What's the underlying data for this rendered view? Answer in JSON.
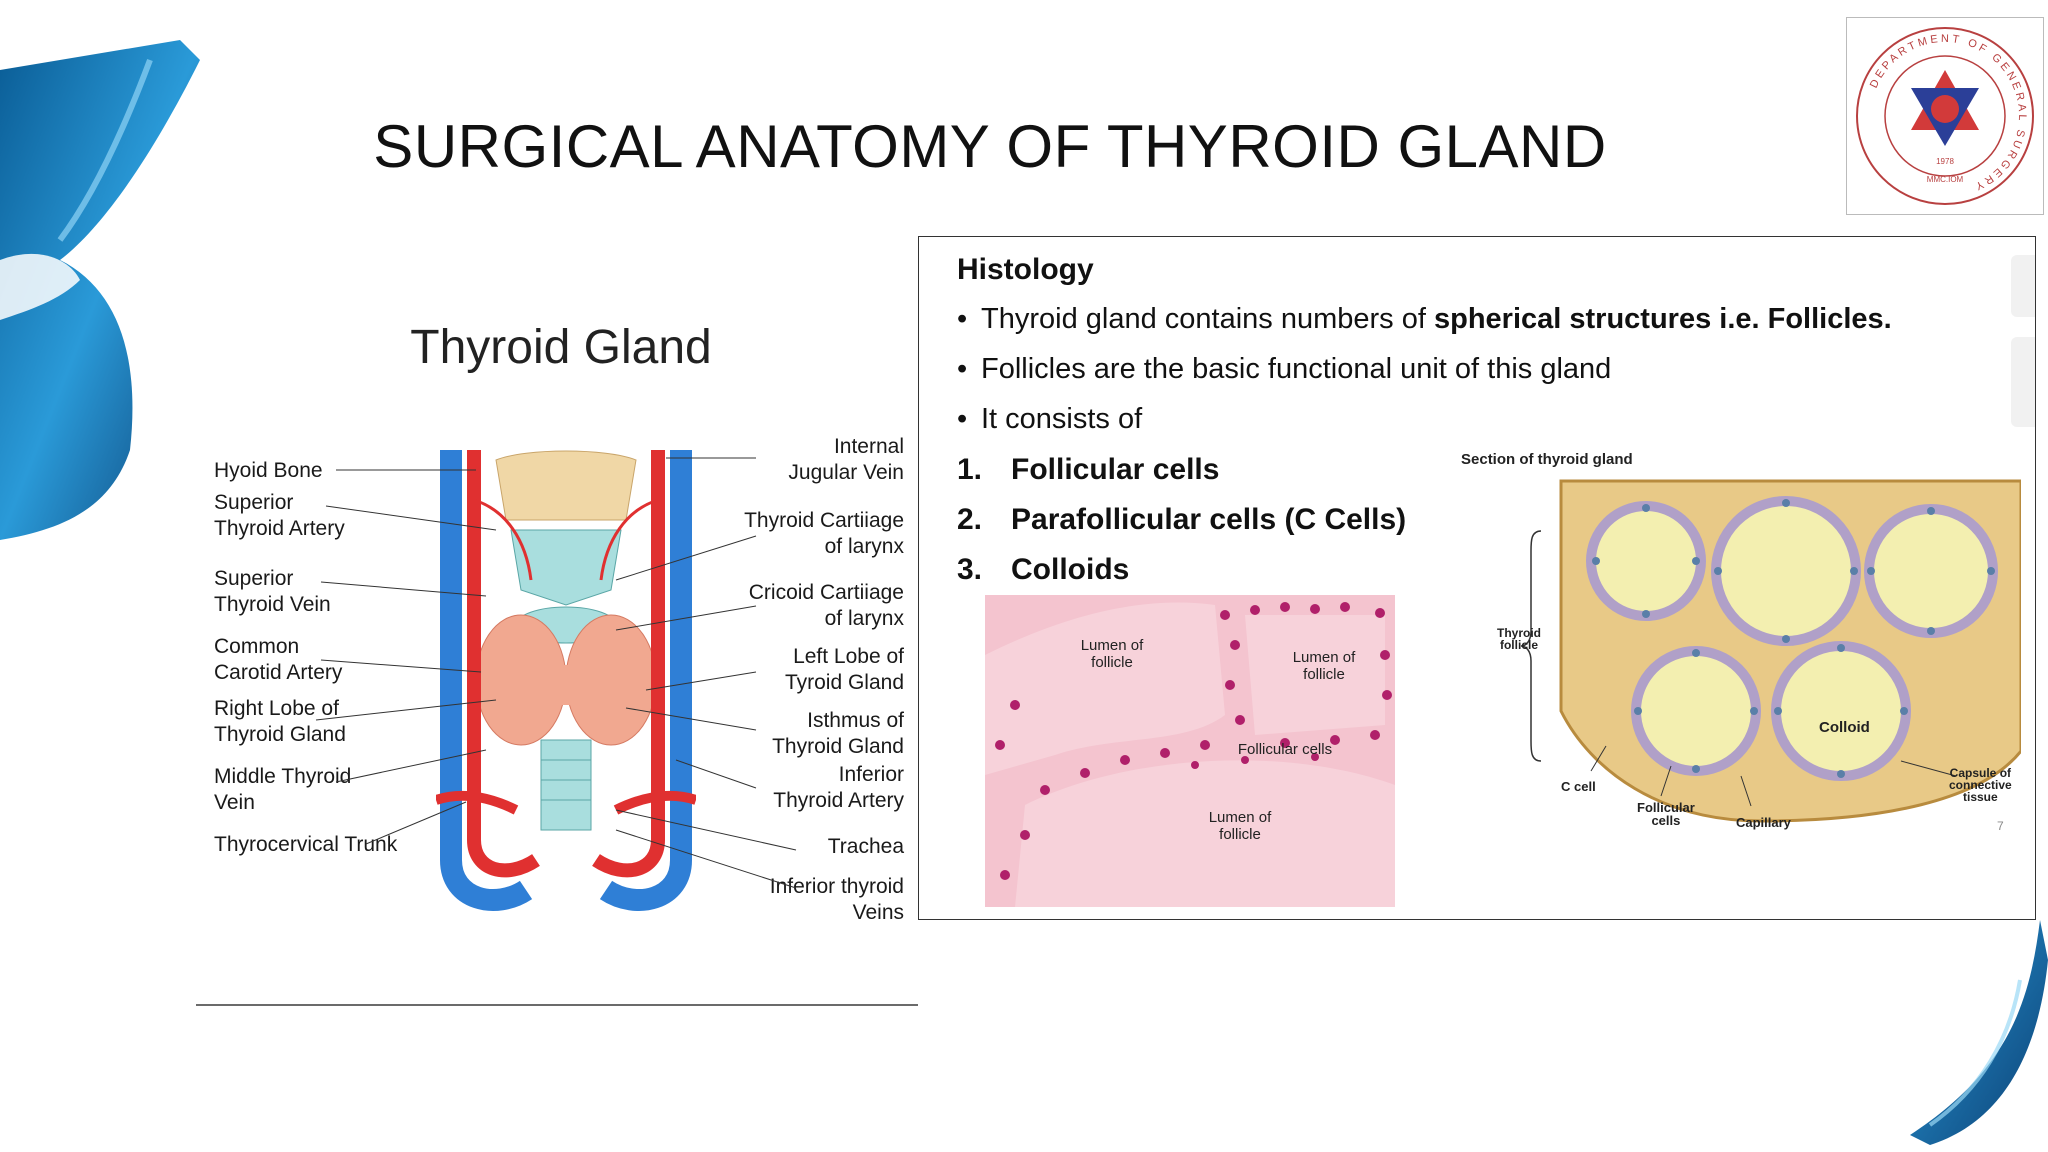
{
  "slide": {
    "title": "SURGICAL ANATOMY OF THYROID GLAND",
    "page_number": "7"
  },
  "logo": {
    "ring_text": "DEPARTMENT OF GENERAL SURGERY",
    "year": "1978",
    "sub": "MMC.IOM"
  },
  "left_figure": {
    "title": "Thyroid Gland",
    "labels_left": [
      "Hyoid Bone",
      "Superior\nThyroid Artery",
      "Superior\nThyroid Vein",
      "Common\nCarotid Artery",
      "Right Lobe of\nThyroid Gland",
      "Middle Thyroid\nVein",
      "Thyrocervical Trunk"
    ],
    "labels_right": [
      "Internal\nJugular Vein",
      "Thyroid Cartiiage\nof larynx",
      "Cricoid Cartiiage\nof larynx",
      "Left Lobe of\nTyroid Gland",
      "Isthmus of\nThyroid Gland",
      "Inferior\nThyroid Artery",
      "Trachea",
      "Inferior thyroid\nVeins"
    ]
  },
  "histology": {
    "heading": "Histology",
    "bullets": [
      {
        "plain": "Thyroid gland contains numbers of ",
        "bold": "spherical structures i.e. Follicles."
      },
      {
        "plain": "Follicles are the basic functional unit of this gland",
        "bold": ""
      },
      {
        "plain": "It consists of",
        "bold": ""
      }
    ],
    "numbered": [
      {
        "n": "1.",
        "text": "Follicular cells"
      },
      {
        "n": "2.",
        "text": "Parafollicular cells (C Cells)"
      },
      {
        "n": "3.",
        "text": "Colloids"
      }
    ],
    "micrograph_labels": {
      "lumen1": "Lumen of\nfollicle",
      "lumen2": "Lumen of\nfollicle",
      "lumen3": "Lumen of\nfollicle",
      "cells": "Follicular cells"
    },
    "diagram_labels": {
      "title": "Section of thyroid gland",
      "thyroid_follicle": "Thyroid\nfollicle",
      "colloid": "Colloid",
      "c_cell": "C cell",
      "follicular_cells": "Follicular\ncells",
      "capillary": "Capillary",
      "capsule": "Capsule of\nconnective\ntissue"
    }
  },
  "colors": {
    "artery": "#e03030",
    "vein": "#2f7fd6",
    "cartilage": "#a9dede",
    "gland": "#f1a890",
    "colloid": "#f3efb0",
    "decor_blue": "#1c7fb8"
  }
}
